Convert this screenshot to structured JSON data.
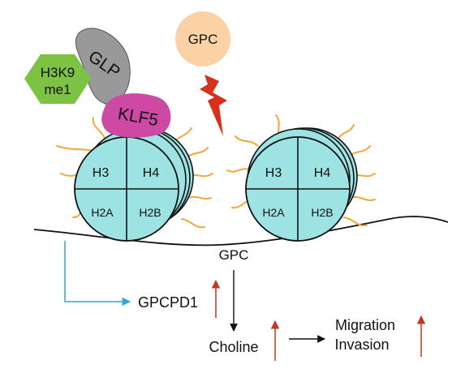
{
  "labels": {
    "gpc_top": "GPC",
    "glp": "GLP",
    "h3k9_line1": "H3K9",
    "h3k9_line2": "me1",
    "klf5": "KLF5",
    "left_nucleosome": {
      "h3": "H3",
      "h4": "H4",
      "h2a": "H2A",
      "h2b": "H2B"
    },
    "right_nucleosome": {
      "h3": "H3",
      "h4": "H4",
      "h2a": "H2A",
      "h2b": "H2B"
    },
    "gpc_bottom": "GPC",
    "gpcpd1": "GPCPD1",
    "choline": "Choline",
    "migration": "Migration",
    "invasion": "Invasion"
  },
  "colors": {
    "histone_fill": "#9de3e3",
    "histone_stroke": "#1a1a1a",
    "tail": "#f2a83a",
    "gpc_circle": "#fbd2a5",
    "glp": "#999999",
    "h3k9me1": "#7dc242",
    "klf5": "#cc4aa3",
    "lightning": "#d9301e",
    "gpcpd1_arrow": "#2aa9d6",
    "up_arrow": "#c0391f",
    "text": "#111111"
  },
  "icons": {
    "lightning": "lightning-bolt-icon",
    "up_arrows": "up-arrow-icon"
  }
}
